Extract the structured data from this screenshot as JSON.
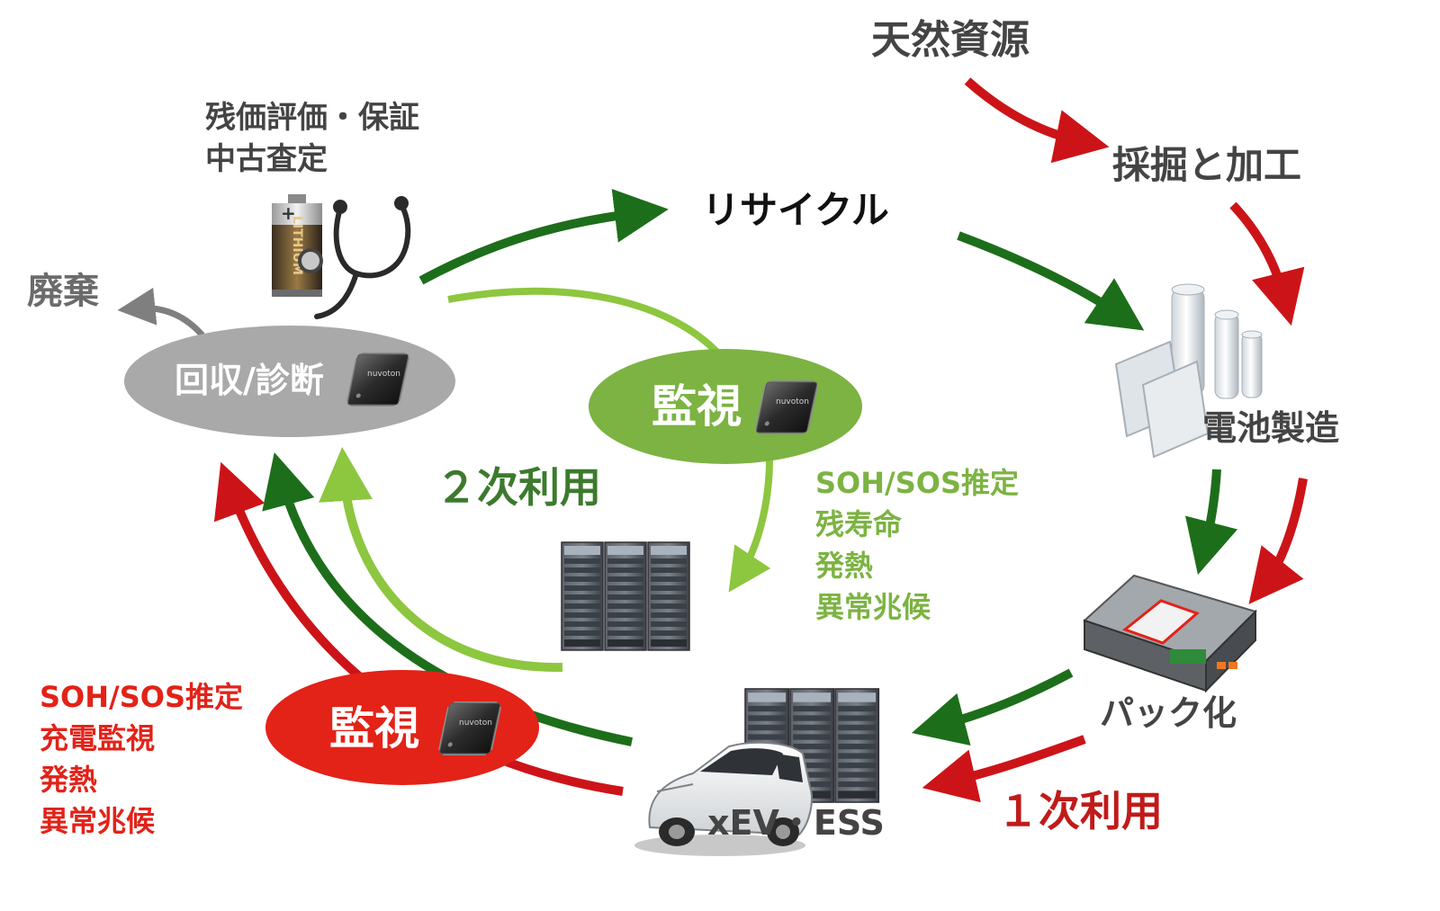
{
  "nodes": {
    "natural_resources": "天然資源",
    "mining": "採掘と加工",
    "cell_manufacturing": "電池製造",
    "packing": "パック化",
    "xev_ess": "xEV・ESS",
    "recycle": "リサイクル",
    "disposal": "廃棄",
    "collection": "回収/診断",
    "residual_value": [
      "残価評価・保証",
      "中古査定"
    ]
  },
  "usage": {
    "primary": "１次利用",
    "secondary": "２次利用"
  },
  "monitors": {
    "green": {
      "title": "監視",
      "items": [
        "SOH/SOS推定",
        "残寿命",
        "発熱",
        "異常兆候"
      ]
    },
    "red": {
      "title": "監視",
      "items": [
        "SOH/SOS推定",
        "充電監視",
        "発熱",
        "異常兆候"
      ]
    }
  },
  "chip": {
    "brand": "nuvoton"
  },
  "battery": {
    "label": "LITHIUM",
    "sign": "+"
  },
  "colors": {
    "red_arrow": "#cc1418",
    "dark_green_arrow": "#1d6e1a",
    "light_green_arrow": "#8dc63f",
    "gray_arrow": "#7f7f7f",
    "gray_ellipse": "#a9a9a9",
    "green_ellipse": "#7cb342",
    "red_ellipse": "#e32218"
  },
  "icons": [
    "battery-icon",
    "stethoscope-icon",
    "chip-icon",
    "server-rack-icon",
    "battery-cells-icon",
    "battery-pack-icon",
    "car-icon"
  ]
}
